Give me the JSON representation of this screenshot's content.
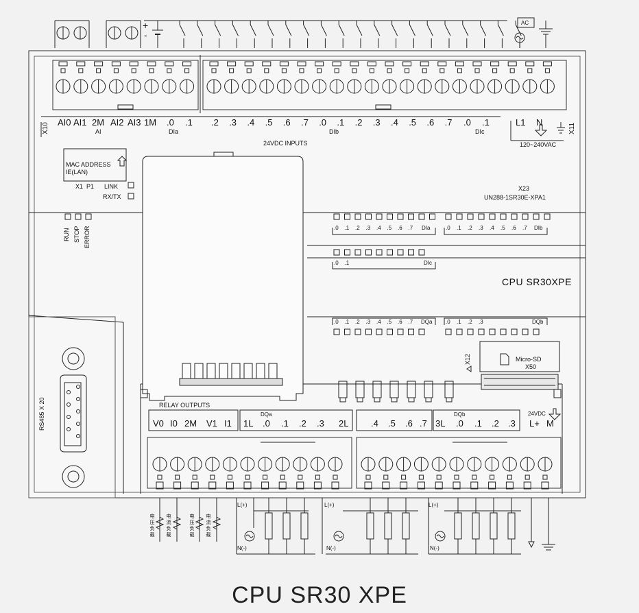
{
  "supply": {
    "plus": "+",
    "minus": "-",
    "ac": "AC"
  },
  "top": {
    "x10": "X10",
    "x11": "X11",
    "ai_terms": [
      "AI0",
      "AI1",
      "2M",
      "AI2",
      "AI3",
      "1M"
    ],
    "ai_group": "AI",
    "dia_terms": [
      ".0",
      ".1"
    ],
    "dia_group": "DIa",
    "dib_terms": [
      ".2",
      ".3",
      ".4",
      ".5",
      ".6",
      ".7",
      ".0",
      ".1",
      ".2",
      ".3",
      ".4",
      ".5",
      ".6",
      ".7"
    ],
    "dib_group": "DIb",
    "dic_terms": [
      ".0",
      ".1"
    ],
    "dic_group": "DIc",
    "inputs_caption": "24VDC INPUTS",
    "power_terms": [
      "L1",
      "N"
    ],
    "power_caption": "120~240VAC"
  },
  "mac": {
    "line1": "MAC ADDRESS",
    "line2": "IE(LAN)"
  },
  "ports": {
    "x1": "X1",
    "p1": "P1",
    "link": "LINK",
    "rxtx": "RX/TX"
  },
  "x23": {
    "label": "X23",
    "partno": "UN288-1SR30E-XPA1"
  },
  "status": [
    "RUN",
    "STOP",
    "ERROR"
  ],
  "led_rows": {
    "dia_ticks": [
      ".0",
      ".1",
      ".2",
      ".3",
      ".4",
      ".5",
      ".6",
      ".7"
    ],
    "dia_label": "DIa",
    "dib_ticks": [
      ".0",
      ".1",
      ".2",
      ".3",
      ".4",
      ".5",
      ".6",
      ".7"
    ],
    "dib_label": "DIb",
    "dic_ticks": [
      ".0",
      ".1"
    ],
    "dic_label": "DIc",
    "dqa_ticks": [
      ".0",
      ".1",
      ".2",
      ".3",
      ".4",
      ".5",
      ".6",
      ".7"
    ],
    "dqa_label": "DQa",
    "dqb_ticks": [
      ".0",
      ".1",
      ".2",
      ".3"
    ],
    "dqb_label": "DQb"
  },
  "model": "CPU  SR30XPE",
  "rs485": "RS485 X 20",
  "x12": "X12",
  "microsd": {
    "line1": "Micro-SD",
    "line2": "X50"
  },
  "bottom": {
    "relay_caption": "RELAY    OUTPUTS",
    "analog_terms": [
      "V0",
      "I0",
      "2M",
      "V1",
      "I1"
    ],
    "dqa_group": "DQa",
    "dqa_terms": [
      "1L",
      ".0",
      ".1",
      ".2",
      ".3",
      "2L",
      ".4",
      ".5",
      ".6",
      ".7"
    ],
    "dqb_group": "DQb",
    "dqb_terms": [
      "3L",
      ".0",
      ".1",
      ".2",
      ".3"
    ],
    "supply24_caption": "24VDC",
    "supply24_terms": [
      "L+",
      "M"
    ]
  },
  "loads": {
    "line_plus": "L(+)",
    "line_minus": "N(-)",
    "voltage_load": [
      "电",
      "压",
      "负",
      "载"
    ],
    "current_load": [
      "电",
      "流",
      "负",
      "载"
    ]
  },
  "caption": "CPU SR30 XPE"
}
